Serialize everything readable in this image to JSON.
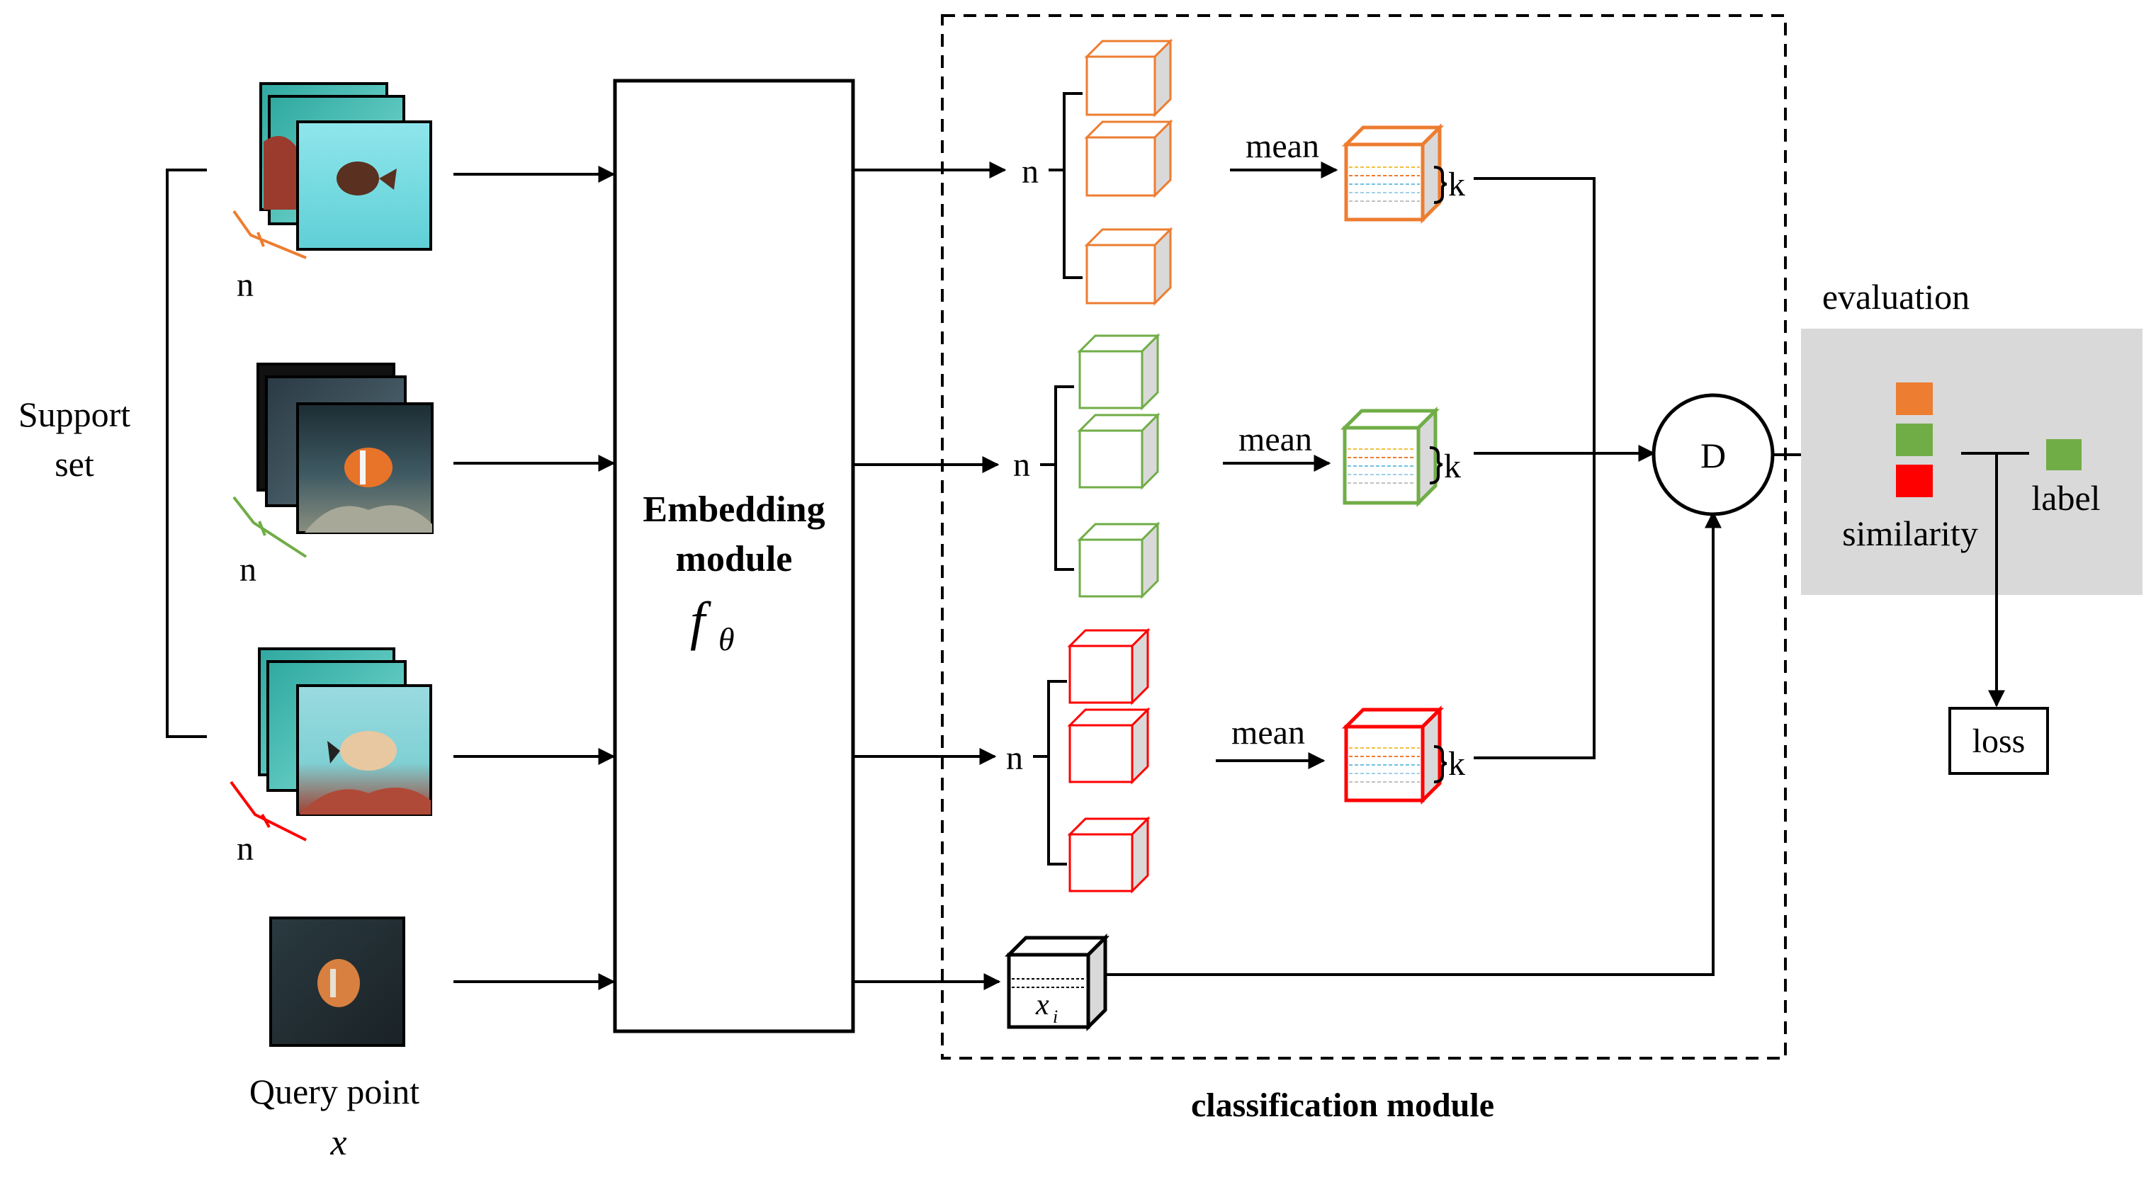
{
  "support_set": {
    "label_line1": "Support",
    "label_line2": "set",
    "n_label": "n"
  },
  "query": {
    "label": "Query point",
    "symbol": "x"
  },
  "embedding": {
    "line1": "Embedding",
    "line2": "module",
    "func": "f",
    "func_sub": "θ"
  },
  "classification": {
    "title": "classification module",
    "n_label": "n",
    "mean_label": "mean",
    "k_label": "k",
    "query_vec": "x",
    "query_vec_sub": "i"
  },
  "distance": {
    "label": "D"
  },
  "evaluation": {
    "title": "evaluation",
    "similarity_label": "similarity",
    "label_label": "label"
  },
  "loss": {
    "label": "loss"
  },
  "colors": {
    "class1": "#ED7D31",
    "class2": "#70AD47",
    "class3": "#FF0000",
    "eval_bg": "#D9D9D9",
    "label_box": "#70AD47"
  }
}
